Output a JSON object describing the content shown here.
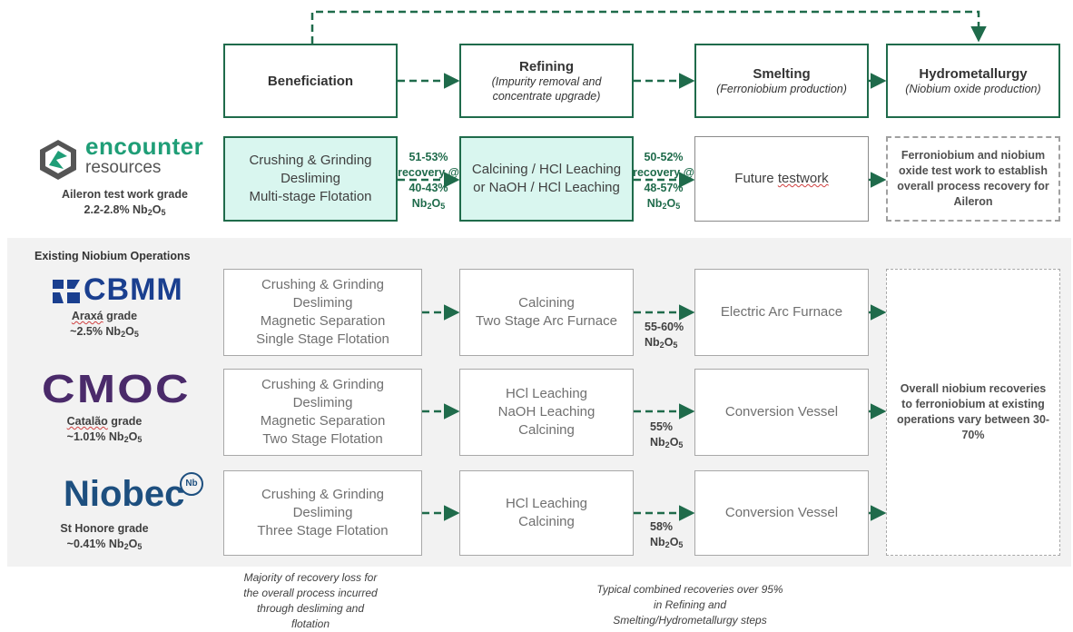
{
  "headers": [
    {
      "title": "Beneficiation",
      "subtitle": ""
    },
    {
      "title": "Refining",
      "subtitle": "(Impurity removal and concentrate upgrade)"
    },
    {
      "title": "Smelting",
      "subtitle": "(Ferroniobium production)"
    },
    {
      "title": "Hydrometallurgy",
      "subtitle": "(Niobium oxide production)"
    }
  ],
  "encounter": {
    "logo_word1": "encounter",
    "logo_word2": "resources",
    "grade_line1": "Aileron test work grade",
    "grade_line2": "2.2-2.8% Nb",
    "ben_lines": [
      "Crushing & Grinding",
      "Desliming",
      "Multi-stage Flotation"
    ],
    "rec1_lines": [
      "51-53%",
      "recovery @",
      "40-43%",
      "Nb"
    ],
    "ref_lines": [
      "Calcining / HCl Leaching",
      "or NaOH / HCl Leaching"
    ],
    "rec2_lines": [
      "50-52%",
      "recovery @",
      "48-57%",
      "Nb"
    ],
    "smelt_prefix": "Future ",
    "smelt_word": "testwork",
    "hydro_text": "Ferroniobium and niobium oxide test work to establish overall process recovery for Aileron"
  },
  "existing_title": "Existing Niobium Operations",
  "operations": [
    {
      "logo": "CBMM",
      "grade_name": "Araxá",
      "grade_suffix": " grade",
      "grade_value": "~2.5% Nb",
      "ben_lines": [
        "Crushing & Grinding",
        "Desliming",
        "Magnetic Separation",
        "Single Stage Flotation"
      ],
      "ref_lines": [
        "Calcining",
        "Two Stage Arc Furnace"
      ],
      "rec_pct": "55-60%",
      "rec_unit": "Nb",
      "smelt": "Electric Arc Furnace"
    },
    {
      "logo": "CMOC",
      "grade_name": "Catalão",
      "grade_suffix": " grade",
      "grade_value": "~1.01% Nb",
      "ben_lines": [
        "Crushing & Grinding",
        "Desliming",
        "Magnetic Separation",
        "Two Stage Flotation"
      ],
      "ref_lines": [
        "HCl Leaching",
        "NaOH Leaching",
        "Calcining"
      ],
      "rec_pct": "55%",
      "rec_unit": "Nb",
      "smelt": "Conversion Vessel"
    },
    {
      "logo": "Niobec",
      "logo_badge": "Nb",
      "grade_name": "St Honore",
      "grade_suffix": " grade",
      "grade_value": "~0.41% Nb",
      "ben_lines": [
        "Crushing & Grinding",
        "Desliming",
        "Three Stage Flotation"
      ],
      "ref_lines": [
        "HCl Leaching",
        "Calcining"
      ],
      "rec_pct": "58%",
      "rec_unit": "Nb",
      "smelt": "Conversion Vessel"
    }
  ],
  "overall_text": "Overall niobium recoveries to ferroniobium at existing operations vary between 30-70%",
  "notes": {
    "left": "Majority of recovery loss for the overall process incurred through desliming and flotation",
    "right": "Typical combined recoveries over 95% in Refining and Smelting/Hydrometallurgy steps"
  },
  "formula": {
    "sub2": "2",
    "sub5": "5",
    "O": "O"
  },
  "colors": {
    "green": "#1f6b4b",
    "teal_fill": "#d9f6ef",
    "grey_band": "#f2f2f2",
    "cbmm_blue": "#1a3f8f",
    "cmoc_purple": "#4a2a6a",
    "niobec_blue": "#1d4f7f"
  }
}
